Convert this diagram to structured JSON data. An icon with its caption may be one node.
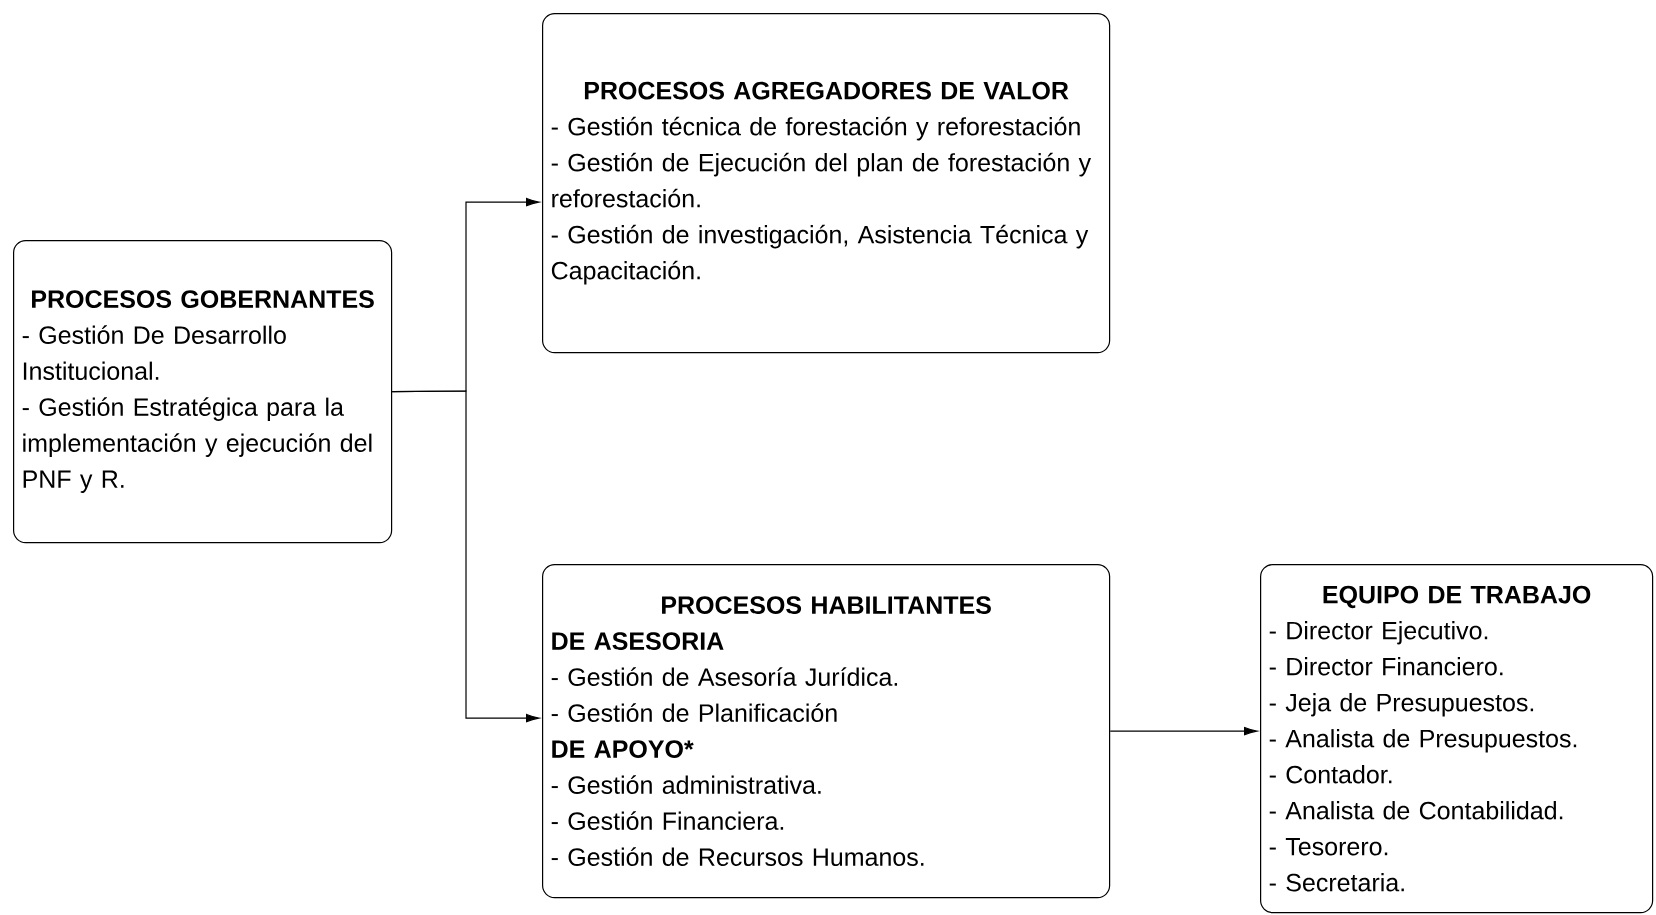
{
  "diagram": {
    "nodes": [
      {
        "text": [
          "PROCESOS GOBERNANTES",
          "- Gestión De Desarrollo Institucional.",
          "- Gestión Estratégica para la implementación y ejecución del PNF y R."
        ]
      },
      {
        "text": [
          "PROCESOS AGREGADORES DE VALOR",
          "- Gestión técnica de forestación y reforestación",
          "- Gestión de Ejecución del plan de forestación y reforestación.",
          "- Gestión de investigación, Asistencia Técnica y Capacitación."
        ]
      },
      {
        "text": [
          "PROCESOS HABILITANTES",
          "DE ASESORIA",
          "- Gestión de Asesoría Jurídica.",
          "- Gestión de Planificación",
          "DE APOYO*",
          "- Gestión administrativa.",
          "- Gestión Financiera.",
          "- Gestión de Recursos Humanos."
        ]
      },
      {
        "text": [
          "EQUIPO DE TRABAJO",
          "- Director Ejecutivo.",
          "- Director Financiero.",
          "- Jeja de Presupuestos.",
          "- Analista de Presupuestos.",
          "- Contador.",
          "- Analista de Contabilidad.",
          "- Tesorero.",
          "- Secretaria."
        ]
      }
    ],
    "edges": [
      {
        "from": 0,
        "to": 1,
        "arrow": "to"
      },
      {
        "from": 0,
        "to": 2,
        "arrow": "to"
      },
      {
        "from": 2,
        "to": 3,
        "arrow": "to"
      }
    ]
  }
}
